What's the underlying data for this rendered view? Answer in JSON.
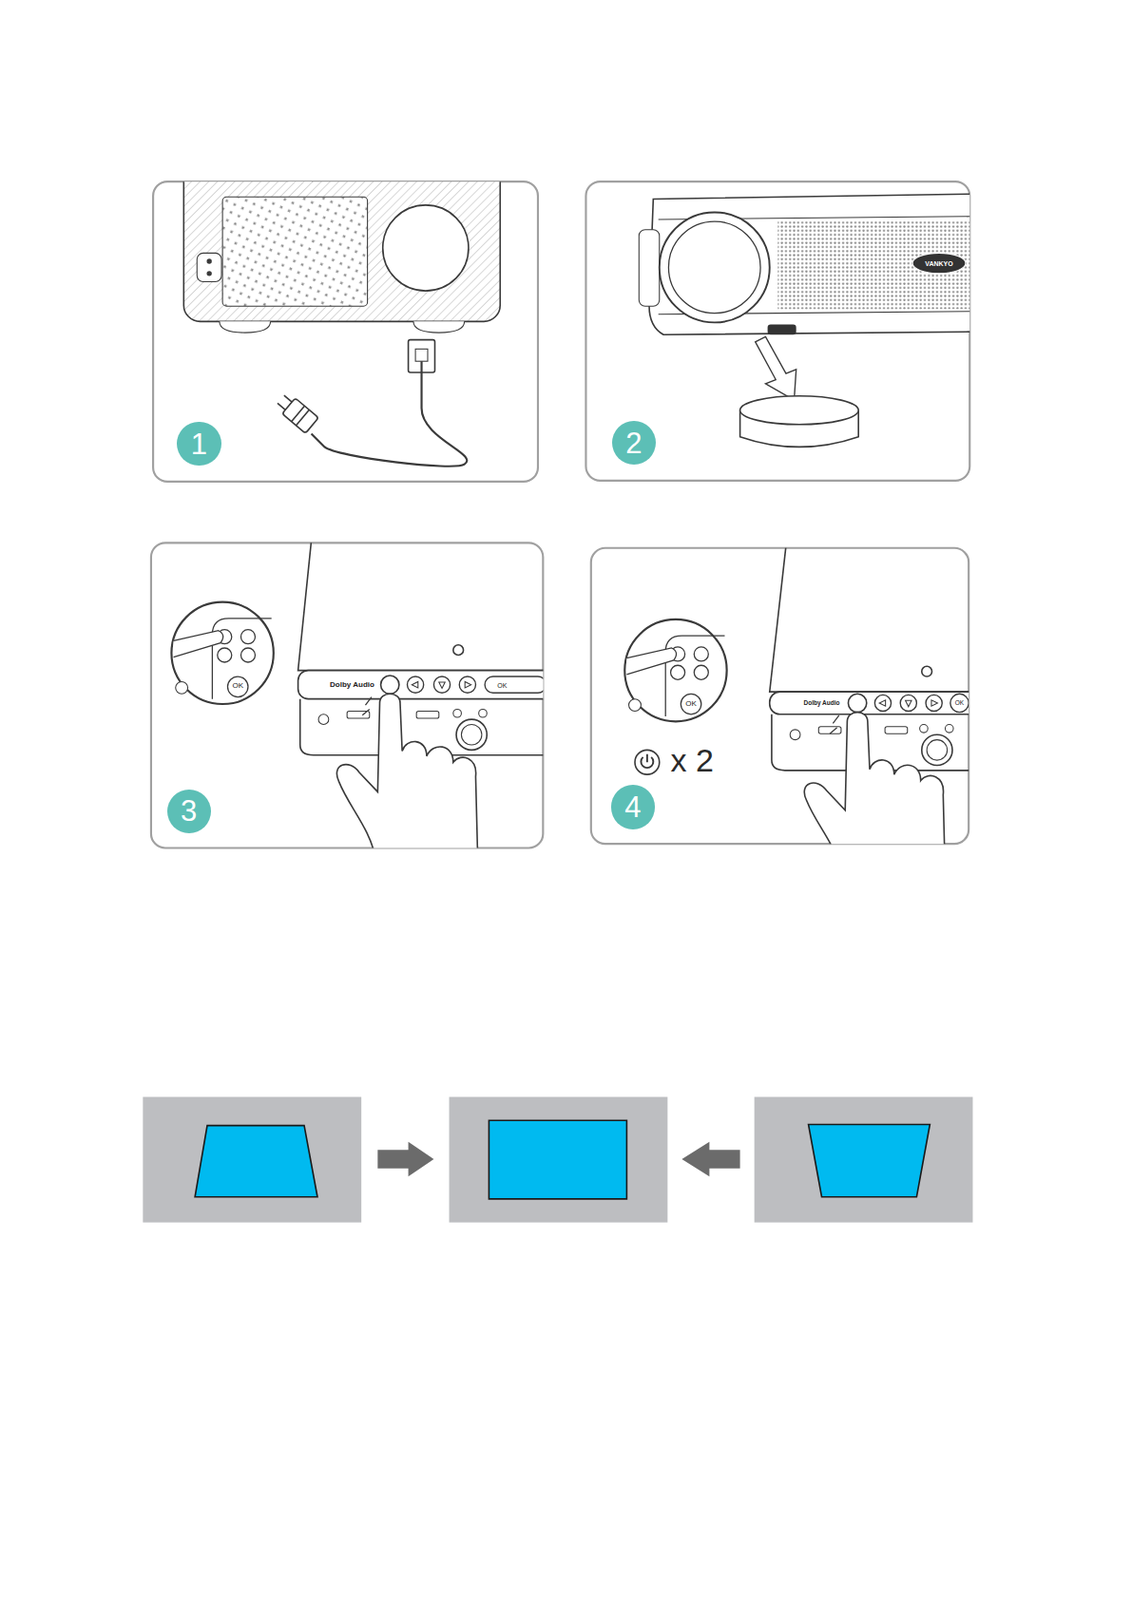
{
  "diagram": {
    "nodes": [
      {
        "text": [
          "1"
        ]
      },
      {
        "text": [
          "2"
        ]
      },
      {
        "text": [
          "3"
        ]
      },
      {
        "text": [
          "4"
        ]
      }
    ],
    "labels": [
      "VANKYO",
      "OK",
      "Dolby Audio",
      "OK",
      "OK",
      "Dolby Audio",
      "OK",
      "x 2"
    ]
  }
}
